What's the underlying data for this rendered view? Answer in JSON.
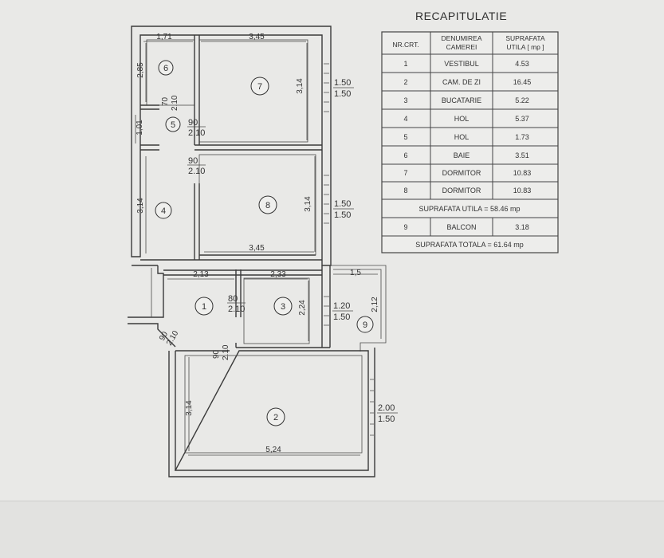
{
  "recap": {
    "title": "RECAPITULATIE",
    "headers": {
      "nr": "NR.CRT.",
      "name_1": "DENUMIREA",
      "name_2": "CAMEREI",
      "area_1": "SUPRAFATA",
      "area_2": "UTILA [ mp ]"
    },
    "rows": [
      {
        "nr": "1",
        "name": "VESTIBUL",
        "area": "4.53"
      },
      {
        "nr": "2",
        "name": "CAM. DE ZI",
        "area": "16.45"
      },
      {
        "nr": "3",
        "name": "BUCATARIE",
        "area": "5.22"
      },
      {
        "nr": "4",
        "name": "HOL",
        "area": "5.37"
      },
      {
        "nr": "5",
        "name": "HOL",
        "area": "1.73"
      },
      {
        "nr": "6",
        "name": "BAIE",
        "area": "3.51"
      },
      {
        "nr": "7",
        "name": "DORMITOR",
        "area": "10.83"
      },
      {
        "nr": "8",
        "name": "DORMITOR",
        "area": "10.83"
      }
    ],
    "subtotal": "SUPRAFATA UTILA = 58.46 mp",
    "balcony": {
      "nr": "9",
      "name": "BALCON",
      "area": "3.18"
    },
    "total": "SUPRAFATA TOTALA = 61.64 mp"
  },
  "plan": {
    "room_numbers": [
      "1",
      "2",
      "3",
      "4",
      "5",
      "6",
      "7",
      "8",
      "9"
    ],
    "dims": {
      "d_171": "1,71",
      "d_345_top": "3,45",
      "d_345_mid": "3,45",
      "d_285": "2,85",
      "d_314_r7": "3,14",
      "d_314_r8": "3,14",
      "d_314_r4": "3,14",
      "d_314_r2": "3,14",
      "d_101": "1,01",
      "d_213": "2,13",
      "d_233": "2,33",
      "d_15": "1,5",
      "d_224": "2,24",
      "d_212": "2,12",
      "d_524": "5,24"
    },
    "openings": {
      "w7_a": "1.50",
      "w7_b": "1.50",
      "w8_a": "1.50",
      "w8_b": "1.50",
      "w3_a": "1.20",
      "w3_b": "1.50",
      "w2_a": "2.00",
      "w2_b": "1.50",
      "door_70_a": "70",
      "door_70_b": "2.10",
      "door_90_5a": "90",
      "door_90_5b": "2.10",
      "door_90_8a": "90",
      "door_90_8b": "2.10",
      "door_80_a": "80",
      "door_80_b": "2.10",
      "door_90_2a": "90",
      "door_90_2b": "2.10",
      "door_90_1a": "90",
      "door_90_1b": "2.10"
    }
  }
}
